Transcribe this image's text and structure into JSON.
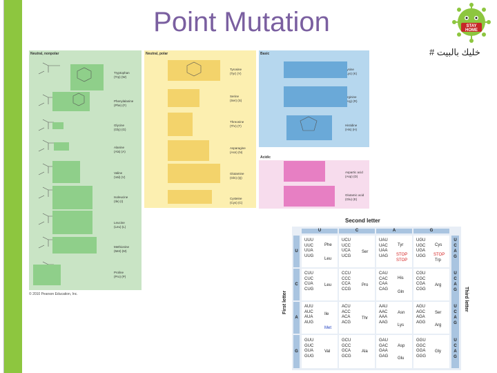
{
  "slide": {
    "title": "Point Mutation",
    "hashtag": "# خليك بالبيت",
    "logo_text_top": "STAY",
    "logo_text_bottom": "HOME",
    "copyright": "© 2010 Pearson Education, Inc."
  },
  "colors": {
    "green_bar": "#8dc63f",
    "title": "#7a5fa0",
    "nonpolar": "#c9e4c5",
    "polar": "#fcefb0",
    "basic": "#b6d7ee",
    "acidic": "#f7dced",
    "stop": "#d42020",
    "met": "#2040c0"
  },
  "amino_acids": {
    "nonpolar_header": "Neutral, nonpolar",
    "polar_header": "Neutral, polar",
    "basic_header": "Basic",
    "acidic_header": "Acidic",
    "nonpolar": [
      {
        "name": "Tryptophan",
        "abbr": "(Trp)  (W)"
      },
      {
        "name": "Phenylalanine",
        "abbr": "(Phe)  (F)"
      },
      {
        "name": "Glycine",
        "abbr": "(Gly)  (G)"
      },
      {
        "name": "Alanine",
        "abbr": "(Ala)  (A)"
      },
      {
        "name": "Valine",
        "abbr": "(Val)  (V)"
      },
      {
        "name": "Isoleucine",
        "abbr": "(Ile)  (I)"
      },
      {
        "name": "Leucine",
        "abbr": "(Leu)  (L)"
      },
      {
        "name": "Methionine",
        "abbr": "(Met)  (M)"
      },
      {
        "name": "Proline",
        "abbr": "(Pro)  (P)"
      }
    ],
    "polar": [
      {
        "name": "Tyrosine",
        "abbr": "(Tyr)  (Y)"
      },
      {
        "name": "Serine",
        "abbr": "(Ser)  (S)"
      },
      {
        "name": "Threonine",
        "abbr": "(Thr)  (T)"
      },
      {
        "name": "Asparagine",
        "abbr": "(Asn)  (N)"
      },
      {
        "name": "Glutamine",
        "abbr": "(Gln)  (Q)"
      },
      {
        "name": "Cysteine",
        "abbr": "(Cys)  (C)"
      }
    ],
    "basic": [
      {
        "name": "Lysine",
        "abbr": "(Lys)  (K)"
      },
      {
        "name": "Arginine",
        "abbr": "(Arg)  (R)"
      },
      {
        "name": "Histidine",
        "abbr": "(His)  (H)"
      }
    ],
    "acidic": [
      {
        "name": "Aspartic acid",
        "abbr": "(Asp)  (D)"
      },
      {
        "name": "Glutamic acid",
        "abbr": "(Glu)  (E)"
      }
    ]
  },
  "codon_table": {
    "title": "Second letter",
    "first_letter_label": "First letter",
    "third_letter_label": "Third letter",
    "columns": [
      "U",
      "C",
      "A",
      "G"
    ],
    "rows": [
      "U",
      "C",
      "A",
      "G"
    ],
    "third": [
      "U",
      "C",
      "A",
      "G"
    ],
    "cells": [
      [
        {
          "codons": "UUU\nUUC\nUUA\nUUG",
          "aa": [
            "Phe",
            "Leu"
          ]
        },
        {
          "codons": "UCU\nUCC\nUCA\nUCG",
          "aa": [
            "Ser"
          ]
        },
        {
          "codons": "UAU\nUAC\nUAA\nUAG",
          "aa": [
            "Tyr",
            "STOP",
            "STOP"
          ]
        },
        {
          "codons": "UGU\nUGC\nUGA\nUGG",
          "aa": [
            "Cys",
            "STOP",
            "Trp"
          ]
        }
      ],
      [
        {
          "codons": "CUU\nCUC\nCUA\nCUG",
          "aa": [
            "Leu"
          ]
        },
        {
          "codons": "CCU\nCCC\nCCA\nCCG",
          "aa": [
            "Pro"
          ]
        },
        {
          "codons": "CAU\nCAC\nCAA\nCAG",
          "aa": [
            "His",
            "Gln"
          ]
        },
        {
          "codons": "CGU\nCGC\nCGA\nCGG",
          "aa": [
            "Arg"
          ]
        }
      ],
      [
        {
          "codons": "AUU\nAUC\nAUA\nAUG",
          "aa": [
            "Ile",
            "Met"
          ]
        },
        {
          "codons": "ACU\nACC\nACA\nACG",
          "aa": [
            "Thr"
          ]
        },
        {
          "codons": "AAU\nAAC\nAAA\nAAG",
          "aa": [
            "Asn",
            "Lys"
          ]
        },
        {
          "codons": "AGU\nAGC\nAGA\nAGG",
          "aa": [
            "Ser",
            "Arg"
          ]
        }
      ],
      [
        {
          "codons": "GUU\nGUC\nGUA\nGUG",
          "aa": [
            "Val"
          ]
        },
        {
          "codons": "GCU\nGCC\nGCA\nGCG",
          "aa": [
            "Ala"
          ]
        },
        {
          "codons": "GAU\nGAC\nGAA\nGAG",
          "aa": [
            "Asp",
            "Glu"
          ]
        },
        {
          "codons": "GGU\nGGC\nGGA\nGGG",
          "aa": [
            "Gly"
          ]
        }
      ]
    ]
  }
}
